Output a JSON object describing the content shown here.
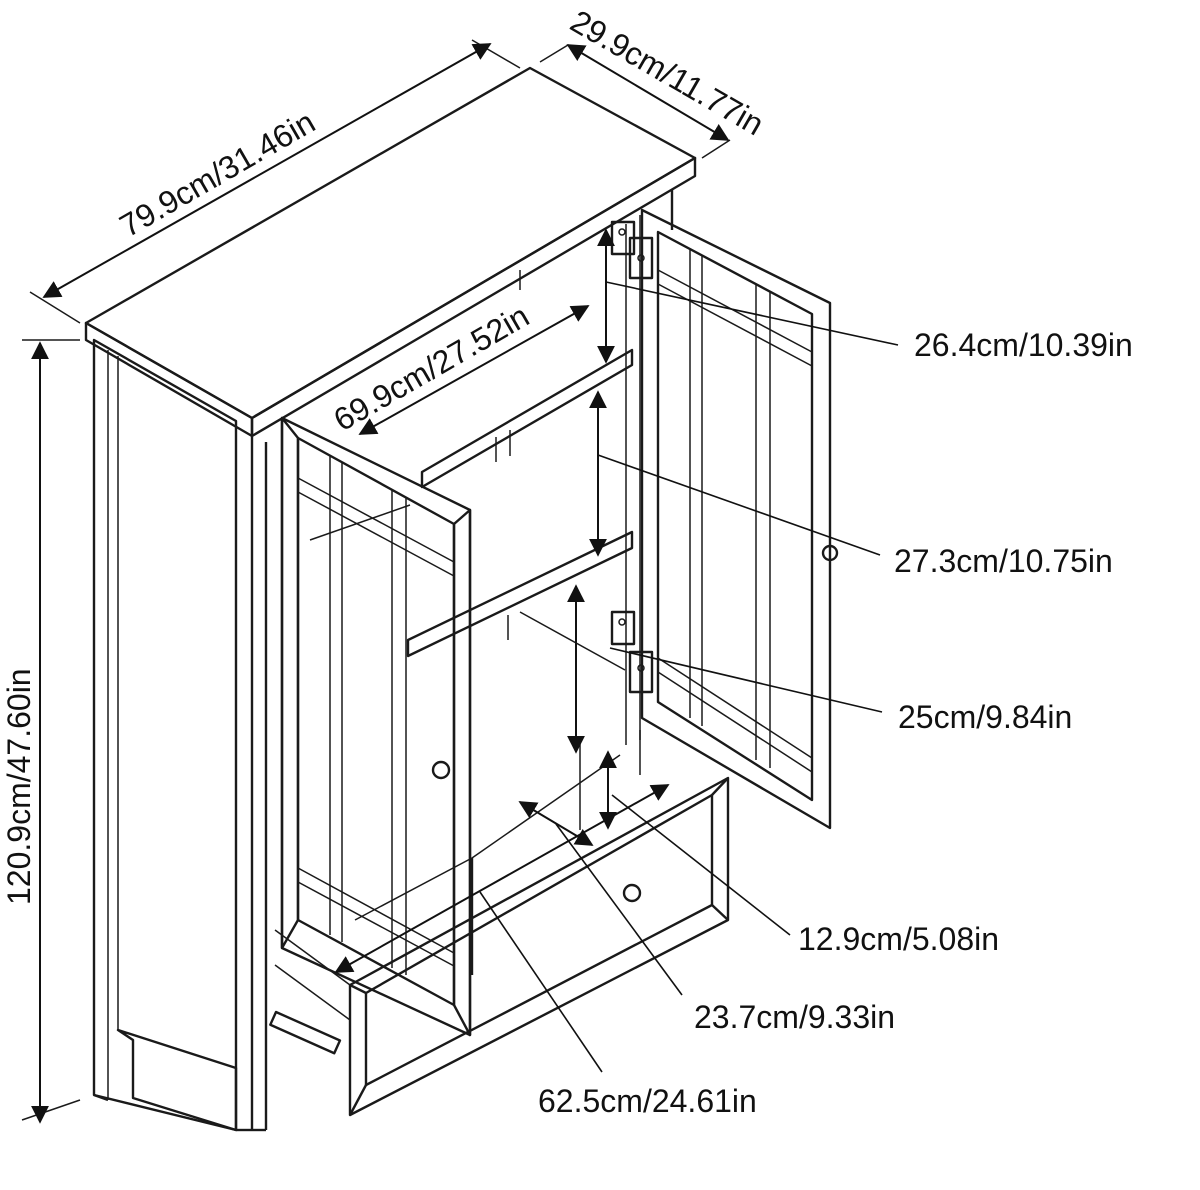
{
  "dimensions": {
    "top_width": "79.9cm/31.46in",
    "top_depth": "29.9cm/11.77in",
    "inner_width": "69.9cm/27.52in",
    "total_height": "120.9cm/47.60in",
    "shelf_top_gap": "26.4cm/10.39in",
    "shelf_middle_gap": "27.3cm/10.75in",
    "shelf_bottom_gap": "25cm/9.84in",
    "drawer_height": "12.9cm/5.08in",
    "drawer_depth": "23.7cm/9.33in",
    "drawer_width": "62.5cm/24.61in"
  },
  "colors": {
    "line": "#1a1a1a",
    "background": "#ffffff"
  }
}
